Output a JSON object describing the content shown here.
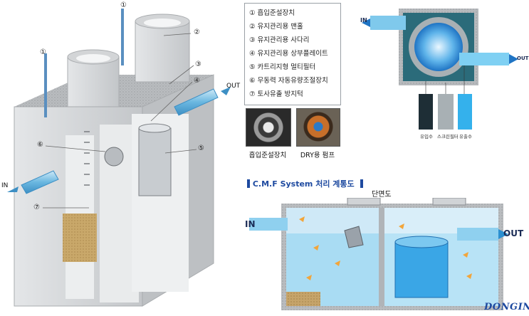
{
  "legend": {
    "items": [
      "① 흡입준설장치",
      "② 유지관리용 맨홀",
      "③ 유지관리용 사다리",
      "④ 유지관리용 상부플레이트",
      "⑤ 카트리지형 멀티필터",
      "⑥ 무동력 자동유량조절장치",
      "⑦ 토사유출 방지턱"
    ]
  },
  "photos": {
    "left_caption": "흡입준설장치",
    "right_caption": "DRY용 펌프"
  },
  "cutaway": {
    "in_label": "IN",
    "out_label": "OUT",
    "callouts": [
      "①",
      "①",
      "②",
      "③",
      "④",
      "⑤",
      "⑥",
      "⑦"
    ]
  },
  "filter_top": {
    "in_label": "IN",
    "out_label": "OUT",
    "strip_labels": [
      "유입수",
      "스크린필터",
      "유출수"
    ]
  },
  "section": {
    "title": "C.M.F System 처리 계통도",
    "subtitle": "단면도",
    "in_label": "IN",
    "out_label": "OUT"
  },
  "logo": {
    "text": "DONGIN"
  },
  "colors": {
    "concrete": "#d6d8da",
    "water": "#bfe4f5",
    "pipe": "#7cc4e8",
    "accent": "#1e4aa0",
    "arrow": "#f2a53a"
  }
}
